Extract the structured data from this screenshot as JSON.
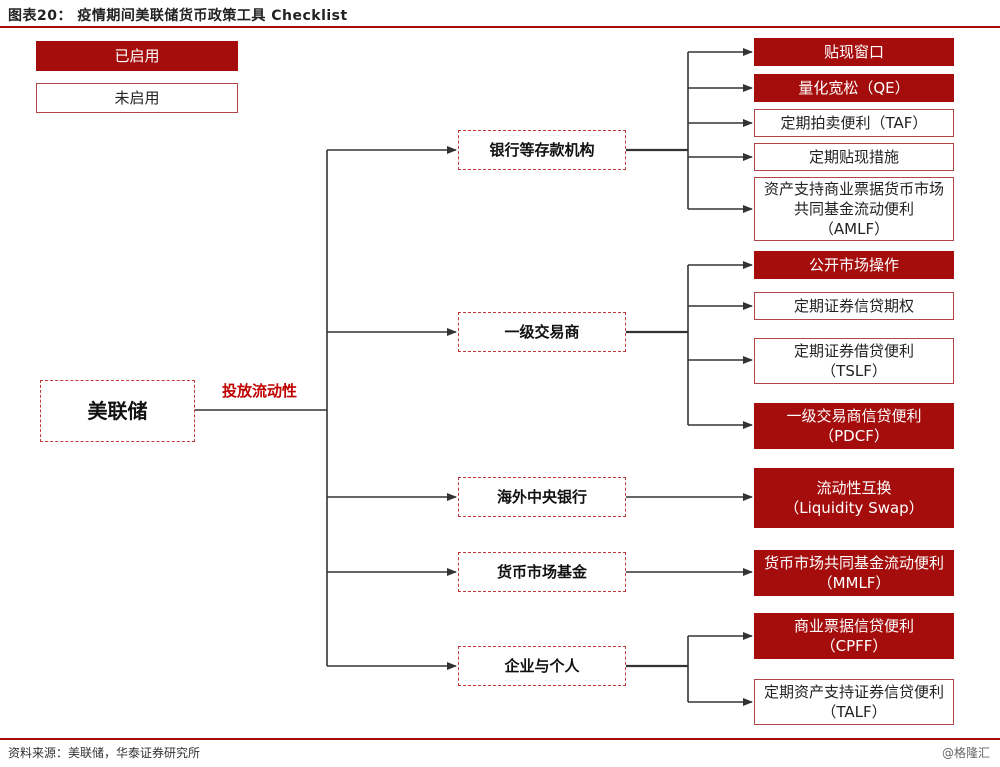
{
  "title": "图表20：  疫情期间美联储货币政策工具 Checklist",
  "legend": {
    "enabled": "已启用",
    "disabled": "未启用"
  },
  "root": "美联储",
  "flow_label": "投放流动性",
  "categories": [
    {
      "name": "银行等存款机构",
      "tools": [
        "贴现窗口",
        "量化宽松（QE）",
        "定期拍卖便利（TAF）",
        "定期贴现措施",
        "资产支持商业票据货币市场共同基金流动便利（AMLF）"
      ],
      "enabled": [
        true,
        true,
        false,
        false,
        false
      ]
    },
    {
      "name": "一级交易商",
      "tools": [
        "公开市场操作",
        "定期证券信贷期权",
        "定期证券借贷便利（TSLF）",
        "一级交易商信贷便利（PDCF）"
      ],
      "enabled": [
        true,
        false,
        false,
        true
      ]
    },
    {
      "name": "海外中央银行",
      "tools": [
        "流动性互换（Liquidity Swap）"
      ],
      "enabled": [
        true
      ]
    },
    {
      "name": "货币市场基金",
      "tools": [
        "货币市场共同基金流动便利（MMLF）"
      ],
      "enabled": [
        true
      ]
    },
    {
      "name": "企业与个人",
      "tools": [
        "商业票据信贷便利（CPFF）",
        "定期资产支持证券信贷便利（TALF）"
      ],
      "enabled": [
        true,
        false
      ]
    }
  ],
  "source": "资料来源：美联储，华泰证券研究所",
  "watermark": "@格隆汇",
  "colors": {
    "accent": "#a50d0d",
    "dashed_border": "#c33a3a",
    "line": "#333333"
  }
}
